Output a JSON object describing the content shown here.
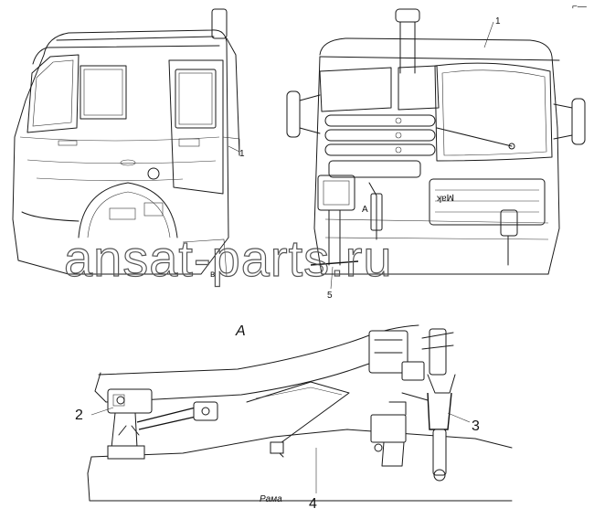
{
  "figure": {
    "corner_mark": "⌐—",
    "view_label": "A",
    "watermark": "ansat-parts.ru",
    "floor_text": "Рама",
    "callouts": {
      "c1_top": "1",
      "c1_side": "1",
      "c2": "2",
      "c3": "3",
      "c4": "4",
      "c5": "5",
      "a_mark": "A"
    }
  }
}
